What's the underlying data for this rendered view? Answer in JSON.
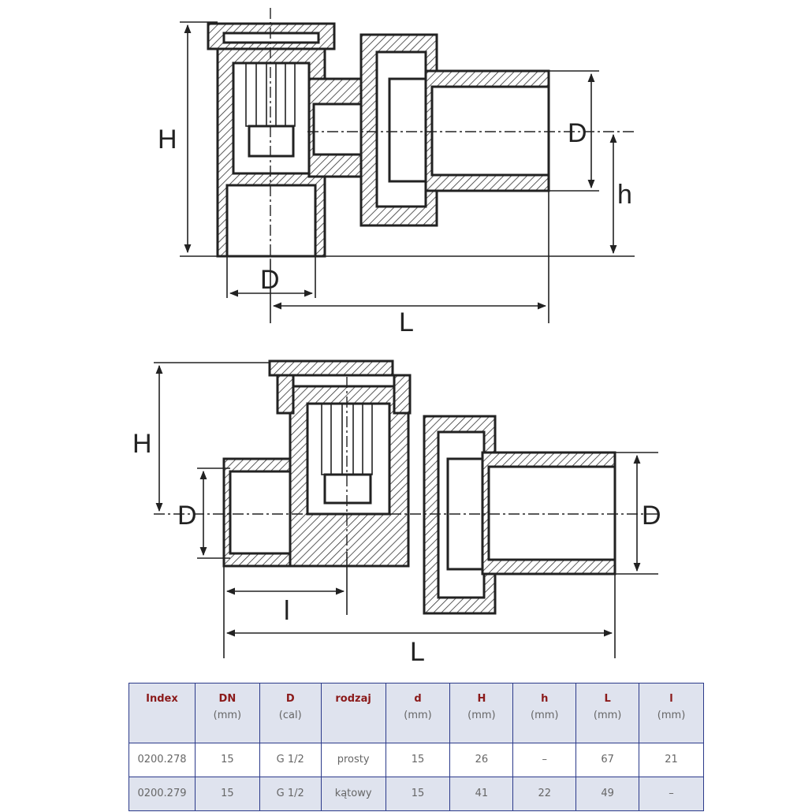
{
  "drawing_labels": {
    "top": {
      "H": "H",
      "D_right": "D",
      "h": "h",
      "D_bottom": "D",
      "L": "L"
    },
    "bottom": {
      "H": "H",
      "D_left": "D",
      "D_right": "D",
      "l": "l",
      "L": "L"
    }
  },
  "table": {
    "headers": [
      {
        "name": "Index",
        "unit": ""
      },
      {
        "name": "DN",
        "unit": "(mm)"
      },
      {
        "name": "D",
        "unit": "(cal)"
      },
      {
        "name": "rodzaj",
        "unit": ""
      },
      {
        "name": "d",
        "unit": "(mm)"
      },
      {
        "name": "H",
        "unit": "(mm)"
      },
      {
        "name": "h",
        "unit": "(mm)"
      },
      {
        "name": "L",
        "unit": "(mm)"
      },
      {
        "name": "l",
        "unit": "(mm)"
      }
    ],
    "rows": [
      [
        "0200.278",
        "15",
        "G 1/2",
        "prosty",
        "15",
        "26",
        "–",
        "67",
        "21"
      ],
      [
        "0200.279",
        "15",
        "G 1/2",
        "kątowy",
        "15",
        "41",
        "22",
        "49",
        "–"
      ]
    ]
  },
  "colors": {
    "border": "#2b3a8a",
    "header_bg": "#dfe3ee",
    "header_text": "#8b1a1a"
  }
}
